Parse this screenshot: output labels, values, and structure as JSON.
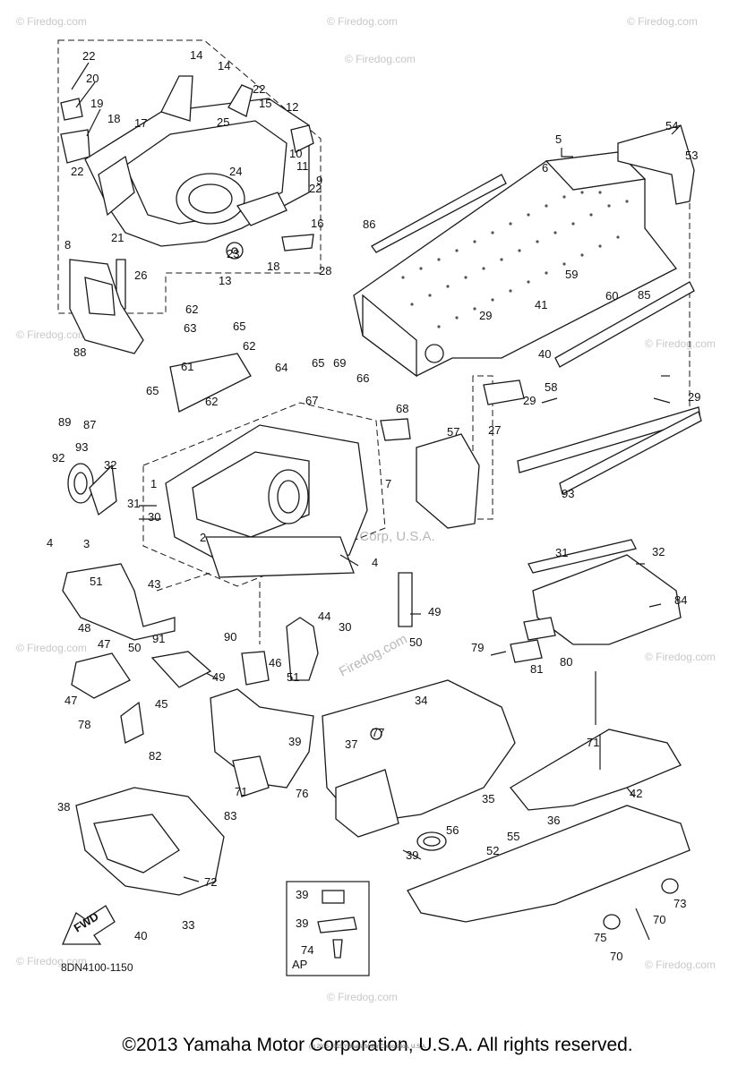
{
  "diagram": {
    "part_code": "8DN4100-1150",
    "direction_label": "FWD",
    "inset_label": "AP",
    "watermark": "© Firedog.com",
    "center_watermark": "Yamaha Motor Corp, U.S.A.",
    "center_watermark_2": "Firedog.com",
    "footer_copyright": "©2013 Yamaha Motor Corporation, U.S.A. All rights reserved.",
    "footer_small": "(c) 2005-2015 Yamaha Motor Corporation, U.S.A."
  },
  "callouts": [
    "22",
    "20",
    "19",
    "18",
    "17",
    "14",
    "14",
    "22",
    "15",
    "25",
    "12",
    "10",
    "24",
    "11",
    "9",
    "22",
    "16",
    "22",
    "23",
    "13",
    "18",
    "21",
    "8",
    "26",
    "28",
    "5",
    "6",
    "54",
    "53",
    "86",
    "59",
    "60",
    "85",
    "29",
    "41",
    "40",
    "88",
    "87",
    "89",
    "62",
    "63",
    "65",
    "65",
    "62",
    "64",
    "61",
    "62",
    "65",
    "69",
    "66",
    "67",
    "68",
    "57",
    "7",
    "58",
    "29",
    "27",
    "29",
    "93",
    "92",
    "93",
    "32",
    "31",
    "30",
    "1",
    "2",
    "4",
    "4",
    "3",
    "51",
    "43",
    "48",
    "49",
    "50",
    "90",
    "91",
    "47",
    "50",
    "49",
    "47",
    "45",
    "46",
    "51",
    "44",
    "30",
    "31",
    "32",
    "84",
    "79",
    "81",
    "80",
    "78",
    "82",
    "39",
    "34",
    "77",
    "37",
    "71",
    "71",
    "83",
    "76",
    "35",
    "42",
    "56",
    "36",
    "55",
    "52",
    "39",
    "38",
    "72",
    "33",
    "40",
    "39",
    "39",
    "74",
    "73",
    "75",
    "70",
    "70",
    "56",
    "55"
  ]
}
